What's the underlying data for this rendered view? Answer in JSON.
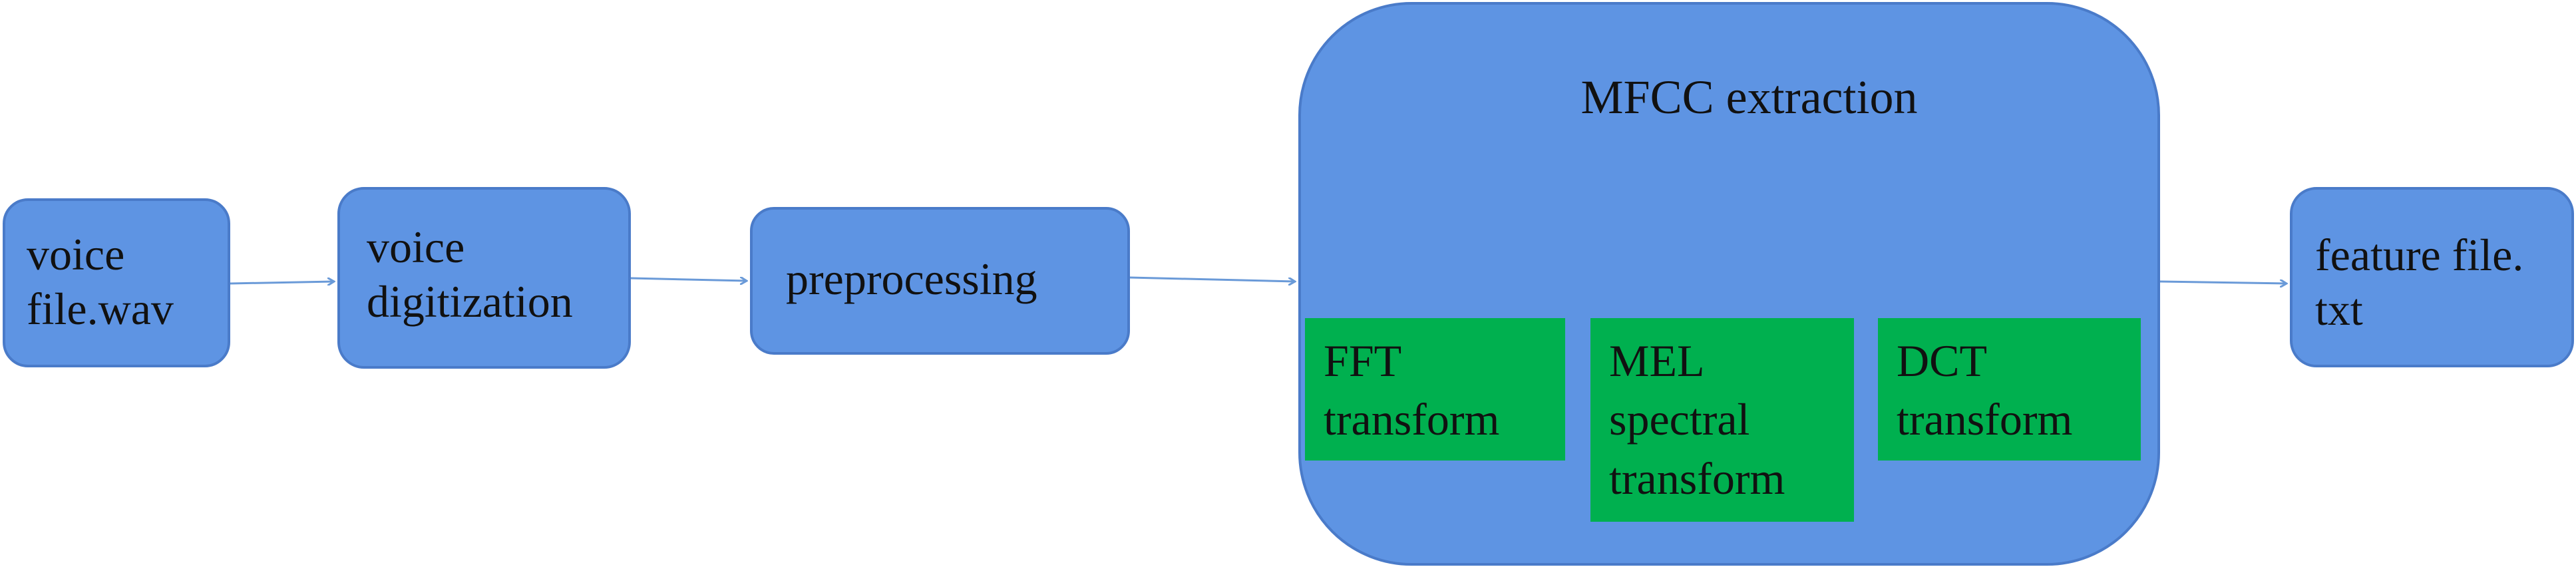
{
  "diagram": {
    "nodes": {
      "voice_file": {
        "label": "voice\nfile.wav"
      },
      "digitization": {
        "label": "voice\ndigitization"
      },
      "preprocessing": {
        "label": "preprocessing"
      },
      "mfcc": {
        "title": "MFCC extraction",
        "steps": [
          {
            "label": "FFT\ntransform"
          },
          {
            "label": "MEL\nspectral\ntransform"
          },
          {
            "label": "DCT\ntransform"
          }
        ]
      },
      "output": {
        "label": "feature file.\ntxt"
      }
    },
    "edges": [
      {
        "from": "voice_file",
        "to": "digitization"
      },
      {
        "from": "digitization",
        "to": "preprocessing"
      },
      {
        "from": "preprocessing",
        "to": "mfcc"
      },
      {
        "from": "mfcc",
        "to": "output"
      }
    ],
    "colors": {
      "box_fill": "#5e94e3",
      "box_border": "#4a7bc9",
      "step_fill": "#00b04f",
      "arrow": "#6a9ad8"
    }
  }
}
